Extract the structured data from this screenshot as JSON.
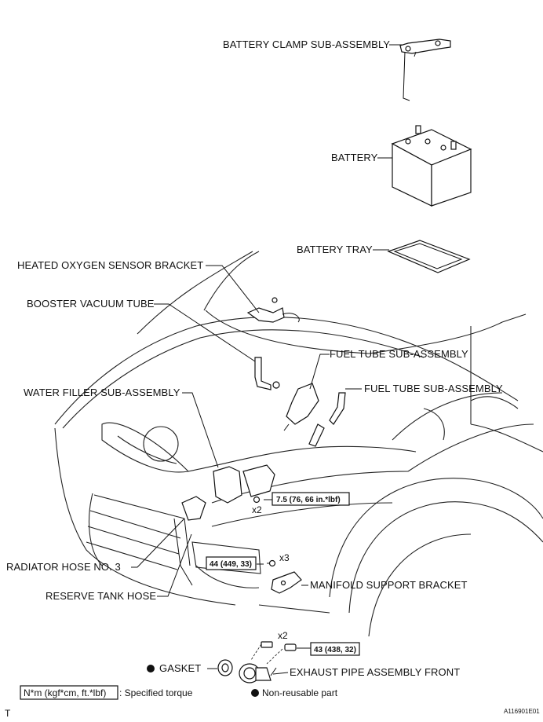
{
  "labels": {
    "battery_clamp": "BATTERY CLAMP SUB-ASSEMBLY",
    "battery": "BATTERY",
    "battery_tray": "BATTERY TRAY",
    "heated_oxygen_sensor_bracket": "HEATED OXYGEN SENSOR BRACKET",
    "booster_vacuum_tube": "BOOSTER VACUUM TUBE",
    "fuel_tube_1": "FUEL TUBE SUB-ASSEMBLY",
    "fuel_tube_2": "FUEL TUBE SUB-ASSEMBLY",
    "water_filler": "WATER FILLER SUB-ASSEMBLY",
    "radiator_hose": "RADIATOR HOSE NO. 3",
    "reserve_tank_hose": "RESERVE TANK HOSE",
    "manifold_support_bracket": "MANIFOLD SUPPORT BRACKET",
    "gasket": "GASKET",
    "exhaust_pipe": "EXHAUST PIPE ASSEMBLY FRONT"
  },
  "torques": {
    "t1": "7.5 (76, 66 in.*lbf)",
    "t2": "44 (449, 33)",
    "t3": "43 (438, 32)"
  },
  "quantities": {
    "q1": "x2",
    "q2": "x3",
    "q3": "x2"
  },
  "legend": {
    "torque_unit": "N*m (kgf*cm, ft.*lbf)",
    "torque_desc": ": Specified torque",
    "nonreusable": "Non-reusable part"
  },
  "footer": {
    "left_mark": "T",
    "figure_id": "A116901E01"
  }
}
